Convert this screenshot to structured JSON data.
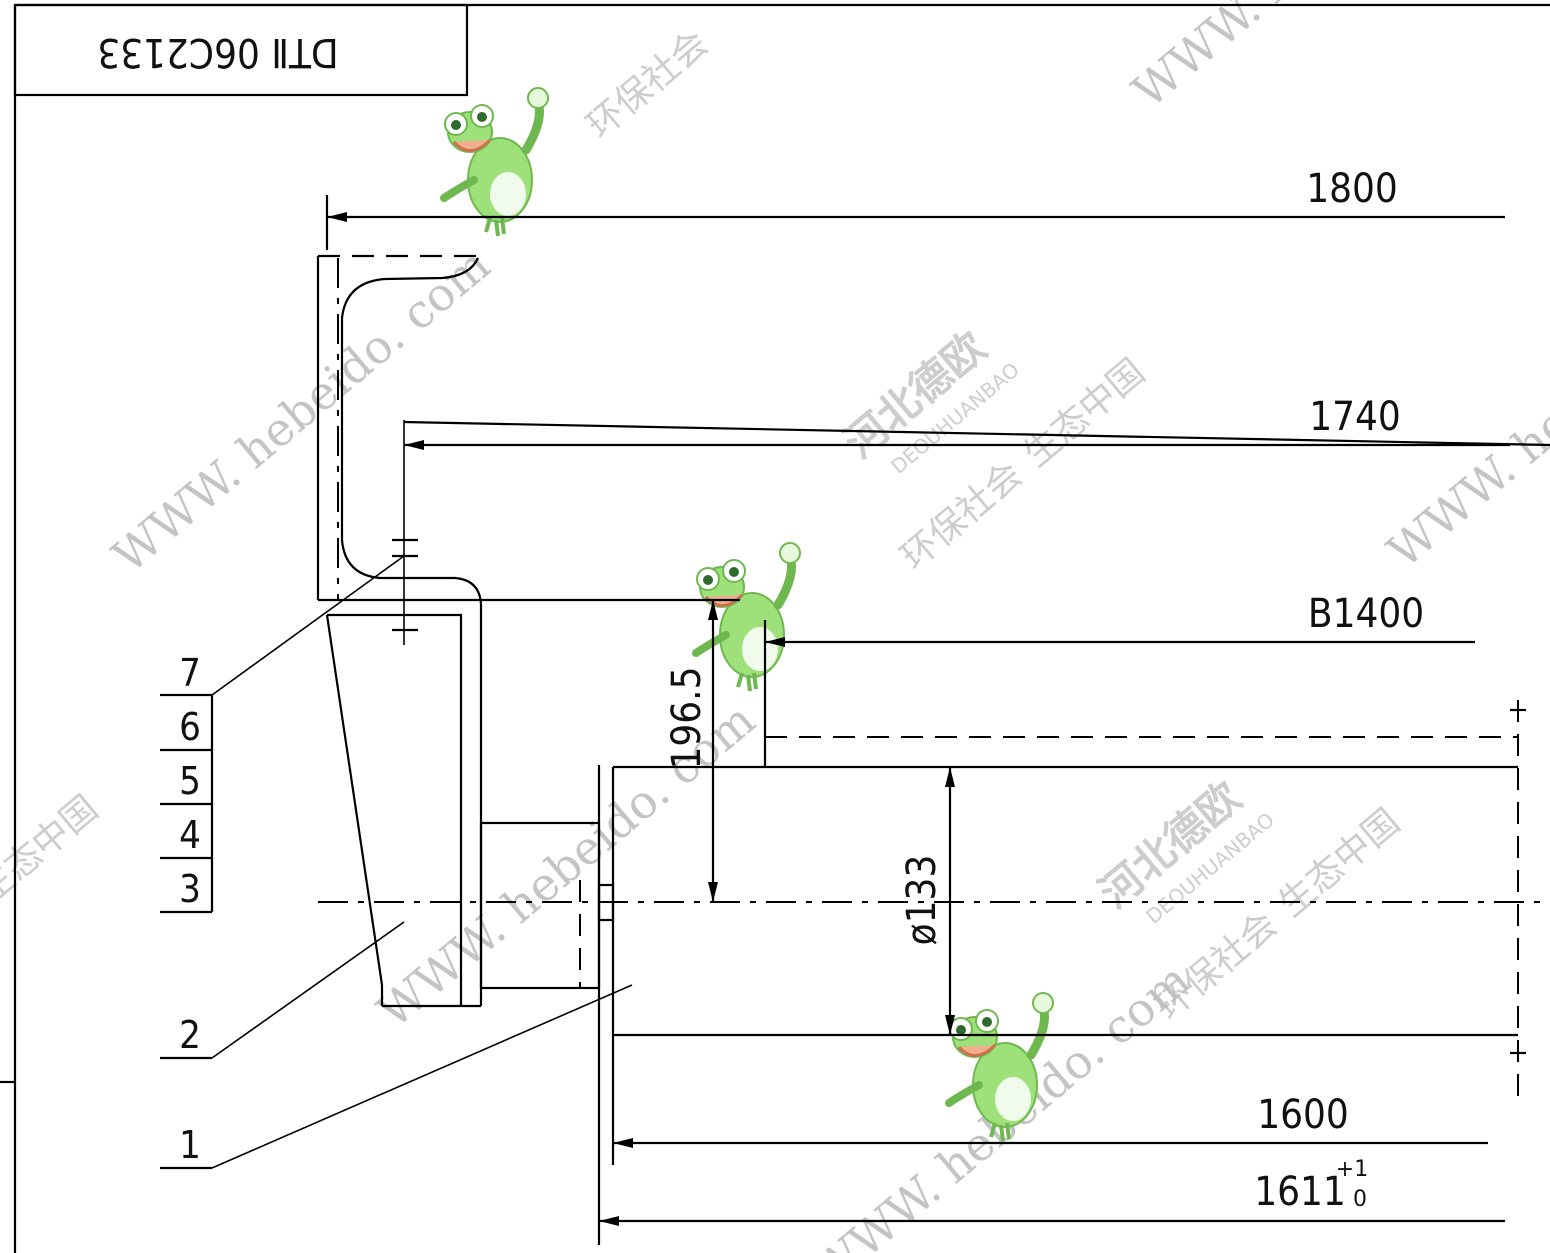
{
  "drawing_code": "DTⅡ 06C2133",
  "dimensions": {
    "d1800": "1800",
    "d1740": "1740",
    "b1400": "B1400",
    "d196_5": "196.5",
    "phi133": "ø133",
    "d1600": "1600",
    "d1611": "1611",
    "tol_upper": "+1",
    "tol_lower": "0"
  },
  "part_numbers": [
    "7",
    "6",
    "5",
    "4",
    "3",
    "2",
    "1"
  ],
  "watermark": {
    "url": "WWW. hebeido. com",
    "brand": "河北德欧",
    "brand_latin": "DEOUHUANBAO",
    "slogan_1": "环保社会",
    "slogan_2": "生态中国",
    "frog_icon": "frog-mascot-icon"
  },
  "colors": {
    "line": "#000000",
    "watermark": "#bdbdbd",
    "frog": "#8fd46a"
  }
}
